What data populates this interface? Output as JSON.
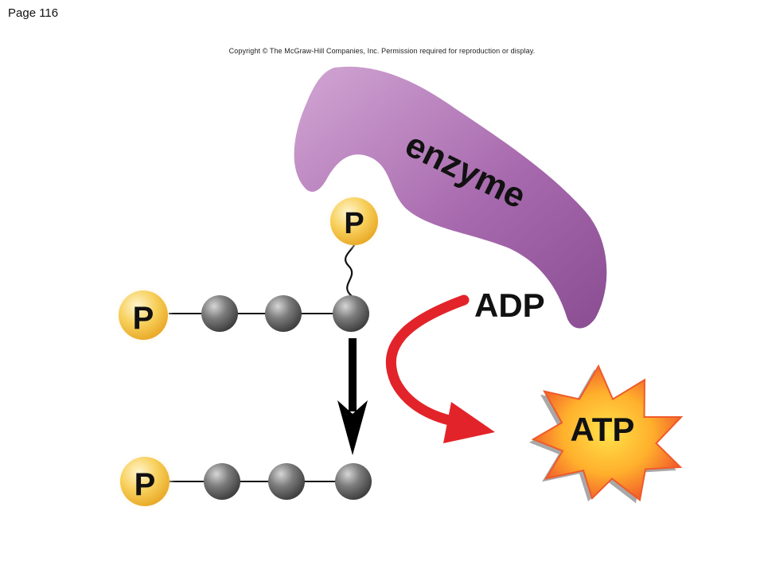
{
  "page": {
    "label": "Page 116"
  },
  "copyright": "Copyright © The McGraw-Hill Companies, Inc. Permission required for reproduction or display.",
  "labels": {
    "enzyme": "enzyme",
    "phosphate": "P",
    "adp": "ADP",
    "atp": "ATP"
  },
  "colors": {
    "enzyme": "#a86aae",
    "phosphate": "#f3c24a",
    "bead": "#6b6b6b",
    "adp_arrow": "#e2242a",
    "atp_burst": "#f26a2b",
    "reaction_arrow": "#000000"
  }
}
